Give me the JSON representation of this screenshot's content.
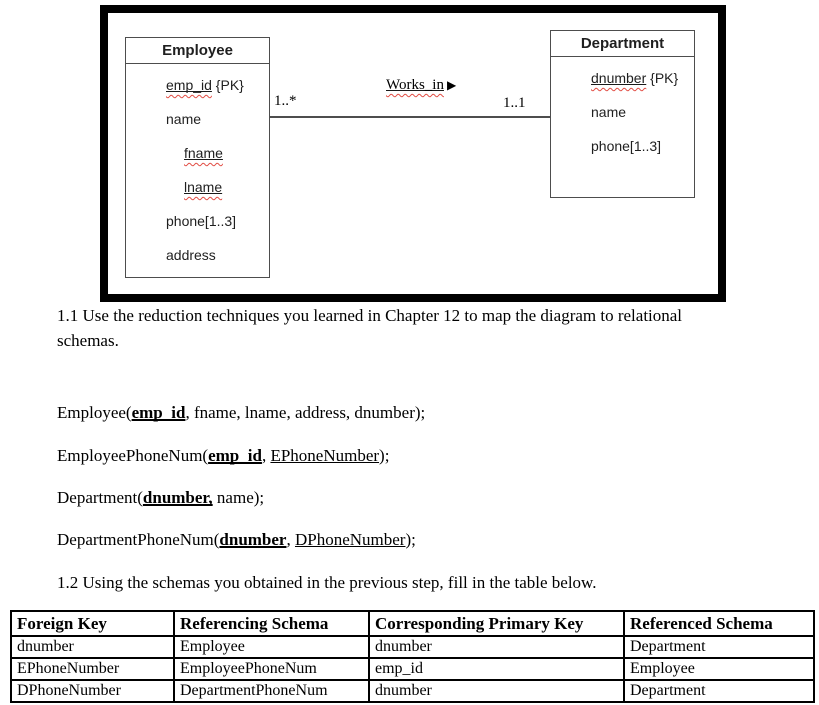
{
  "diagram": {
    "employee": {
      "title": "Employee",
      "cardinality": "1..*",
      "attributes": [
        {
          "key": "emp_id",
          "suffix": " {PK}"
        },
        {
          "text": "name"
        },
        {
          "key": "fname"
        },
        {
          "key": "lname"
        },
        {
          "text": "phone[1..3]"
        },
        {
          "text": "address"
        }
      ]
    },
    "department": {
      "title": "Department",
      "cardinality": "1..1",
      "attributes": [
        {
          "key": "dnumber",
          "suffix": " {PK}"
        },
        {
          "text": "name"
        },
        {
          "text": "phone[1..3]"
        }
      ]
    },
    "relationship": {
      "label": "Works_in",
      "direction_arrow": "▶"
    },
    "colors": {
      "frame_border": "#000000",
      "entity_border": "#4d4d4d",
      "squiggle": "#e14b42"
    }
  },
  "sections": {
    "q1_1_lines": [
      "1.1 Use the reduction techniques you learned in Chapter 12 to map the diagram to relational",
      "schemas."
    ],
    "q1_2": "1.2 Using the schemas you obtained in the previous step, fill in the table below."
  },
  "schemas": [
    {
      "prefix": "Employee(",
      "pk": "emp_id",
      "mid": "",
      "fk": "",
      "suffix": ", fname, lname, address, dnumber);"
    },
    {
      "prefix": "EmployeePhoneNum(",
      "pk": "emp_id",
      "mid": ", ",
      "fk": "EPhoneNumber",
      "suffix": ");"
    },
    {
      "prefix": "Department(",
      "pk": "dnumber,",
      "mid": "",
      "fk": "",
      "suffix": " name);"
    },
    {
      "prefix": "DepartmentPhoneNum(",
      "pk": "dnumber",
      "mid": ", ",
      "fk": "DPhoneNumber",
      "suffix": ");"
    }
  ],
  "table": {
    "headers": [
      "Foreign Key",
      "Referencing Schema",
      "Corresponding Primary Key",
      "Referenced Schema"
    ],
    "rows": [
      [
        "dnumber",
        "Employee",
        "dnumber",
        "Department"
      ],
      [
        "EPhoneNumber",
        "EmployeePhoneNum",
        "emp_id",
        "Employee"
      ],
      [
        "DPhoneNumber",
        "DepartmentPhoneNum",
        "dnumber",
        "Department"
      ]
    ]
  }
}
